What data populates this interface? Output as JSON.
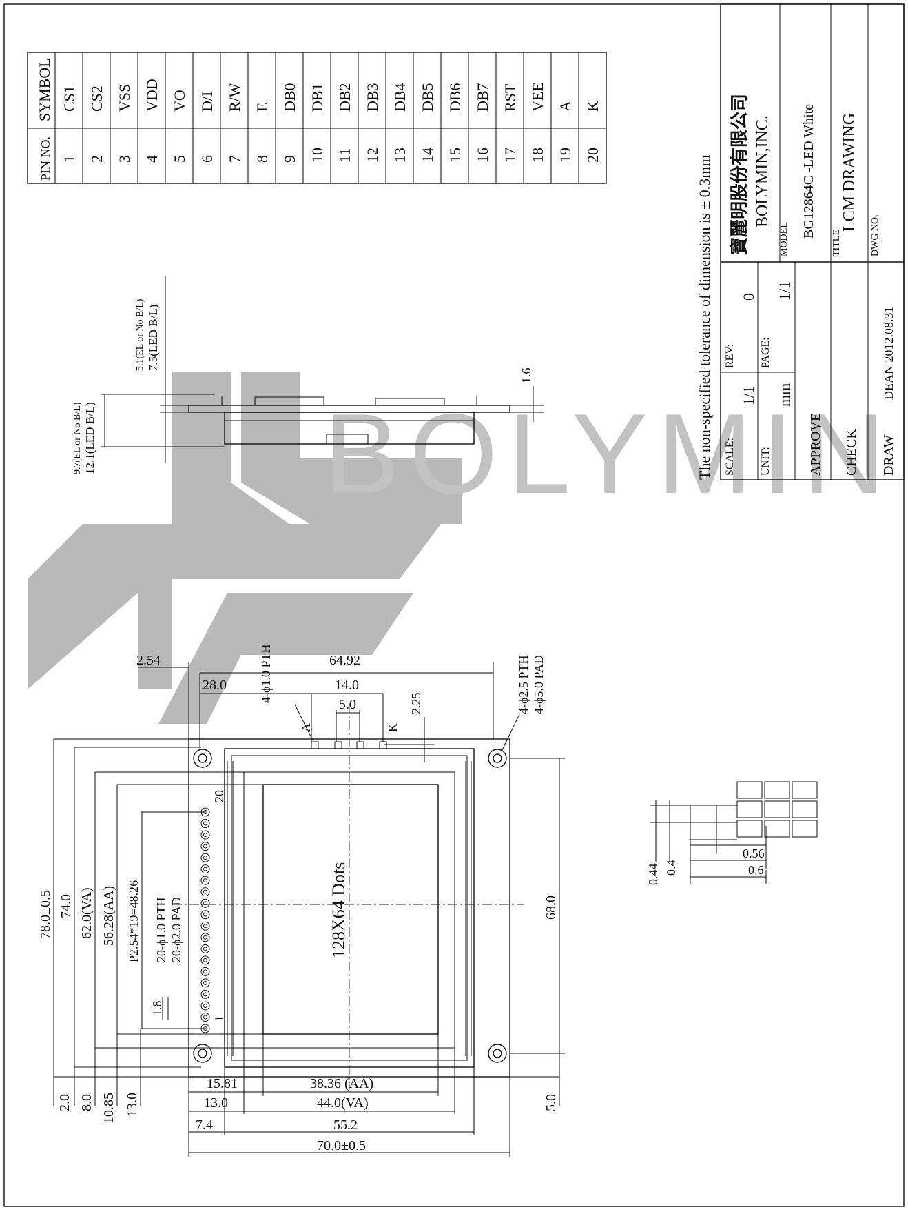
{
  "watermark": {
    "brand": "BOLYMIN"
  },
  "pin_table": {
    "headers": [
      "PIN NO.",
      "SYMBOL"
    ],
    "rows": [
      [
        "1",
        "CS1"
      ],
      [
        "2",
        "CS2"
      ],
      [
        "3",
        "VSS"
      ],
      [
        "4",
        "VDD"
      ],
      [
        "5",
        "VO"
      ],
      [
        "6",
        "D/I"
      ],
      [
        "7",
        "R/W"
      ],
      [
        "8",
        "E"
      ],
      [
        "9",
        "DB0"
      ],
      [
        "10",
        "DB1"
      ],
      [
        "11",
        "DB2"
      ],
      [
        "12",
        "DB3"
      ],
      [
        "13",
        "DB4"
      ],
      [
        "14",
        "DB5"
      ],
      [
        "15",
        "DB6"
      ],
      [
        "16",
        "DB7"
      ],
      [
        "17",
        "RST"
      ],
      [
        "18",
        "VEE"
      ],
      [
        "19",
        "A"
      ],
      [
        "20",
        "K"
      ]
    ]
  },
  "side_view": {
    "thickness_front_1": "9.7(EL or No B/L)",
    "thickness_front_2": "12.1(LED B/L)",
    "thickness_back_1": "5.1(EL or No B/L)",
    "thickness_back_2": "7.5(LED B/L)",
    "pcb": "1.6"
  },
  "front_view": {
    "display_label": "128X64 Dots",
    "dim_254": "2.54",
    "dim_6492": "64.92",
    "dim_280": "28.0",
    "dim_140": "14.0",
    "dim_50": "5.0",
    "dim_225": "2.25",
    "led_a": "A",
    "led_k": "K",
    "note_led_pth": "4-ϕ1.0 PTH",
    "note_mount_pth": "4-ϕ2.5 PTH",
    "note_mount_pad": "4-ϕ5.0 PAD",
    "note_pin_pth": "20-ϕ1.0 PTH",
    "note_pin_pad": "20-ϕ2.0 PAD",
    "pin_first": "1",
    "pin_last": "20",
    "dim_pitch": "P2.54*19=48.26",
    "dim_18": "1.8",
    "dim_h_780": "78.0±0.5",
    "dim_h_740": "74.0",
    "dim_h_620": "62.0(VA)",
    "dim_h_5628": "56.28(AA)",
    "dim_h_680": "68.0",
    "dim_20": "2.0",
    "dim_80": "8.0",
    "dim_1085": "10.85",
    "dim_130v": "13.0",
    "dim_50v": "5.0",
    "dim_1581": "15.81",
    "dim_3836": "38.36 (AA)",
    "dim_130": "13.0",
    "dim_440": "44.0(VA)",
    "dim_74": "7.4",
    "dim_552": "55.2",
    "dim_700": "70.0±0.5"
  },
  "dot_detail": {
    "d044": "0.44",
    "d04": "0.4",
    "d056": "0.56",
    "d06": "0.6"
  },
  "title_block": {
    "tolerance_note": "The non-specified tolerance of dimension is ± 0.3mm",
    "company_cn": "寶麗明股份有限公司",
    "company_en": "BOLYMIN,INC.",
    "scale_label": "SCALE:",
    "scale_value": "1/1",
    "rev_label": "REV:",
    "rev_value": "0",
    "unit_label": "UNIT:",
    "unit_value": "mm",
    "page_label": "PAGE:",
    "page_value": "1/1",
    "model_label": "MODEL",
    "model_value": "BG12864C  -LED White",
    "title_label": "TITLE",
    "title_value": "LCM DRAWING",
    "dwg_label": "DWG NO.",
    "approve": "APPROVE",
    "check": "CHECK",
    "draw": "DRAW",
    "draw_value": "DEAN 2012.08.31"
  }
}
